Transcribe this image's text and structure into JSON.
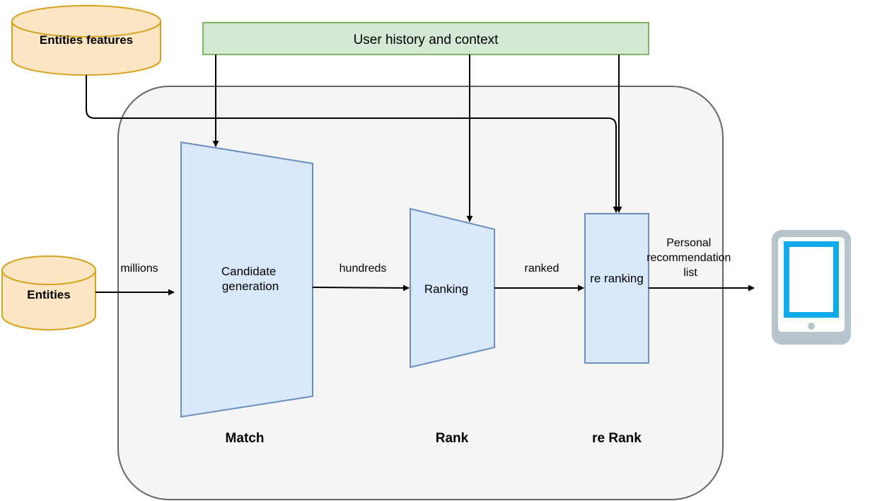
{
  "context_bar": {
    "label": "User history and context"
  },
  "stores": {
    "entities_features": "Entities features",
    "entities": "Entities"
  },
  "stages": {
    "candidate_generation": [
      "Candidate",
      "generation"
    ],
    "ranking": "Ranking",
    "re_ranking": "re ranking"
  },
  "flow_labels": {
    "millions": "millions",
    "hundreds": "hundreds",
    "ranked": "ranked",
    "personal_list": [
      "Personal",
      "recommendation",
      "list"
    ]
  },
  "phases": {
    "match": "Match",
    "rank": "Rank",
    "re_rank": "re Rank"
  },
  "icons": {
    "device": "tablet-icon"
  },
  "colors": {
    "store_fill": "#fde6c3",
    "store_stroke": "#d6a21f",
    "stage_fill": "#dae8fc",
    "stage_stroke": "#6c8ebf",
    "context_fill": "#d5e8d4",
    "context_stroke": "#82b366",
    "container_fill": "#f5f5f5",
    "container_stroke": "#666666",
    "tablet_body": "#b7c4cb",
    "tablet_screen": "#12a9ec"
  }
}
